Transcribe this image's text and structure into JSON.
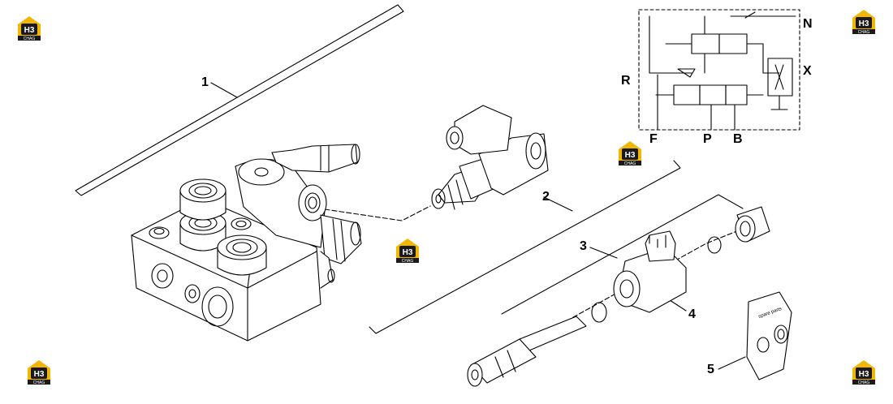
{
  "callouts": [
    {
      "id": "1",
      "label": "1"
    },
    {
      "id": "2",
      "label": "2"
    },
    {
      "id": "3",
      "label": "3"
    },
    {
      "id": "4",
      "label": "4"
    },
    {
      "id": "5",
      "label": "5"
    }
  ],
  "schematic": {
    "ports": {
      "N": "N",
      "X": "X",
      "R": "R",
      "F": "F",
      "P": "P",
      "B": "B"
    }
  },
  "logo": {
    "letters": "H3",
    "subtext": "CHAG",
    "accent": "#f2b705",
    "dark": "#1a1a1a"
  },
  "kit_label": "spare parts",
  "colors": {
    "line": "#000000",
    "background": "#ffffff"
  }
}
